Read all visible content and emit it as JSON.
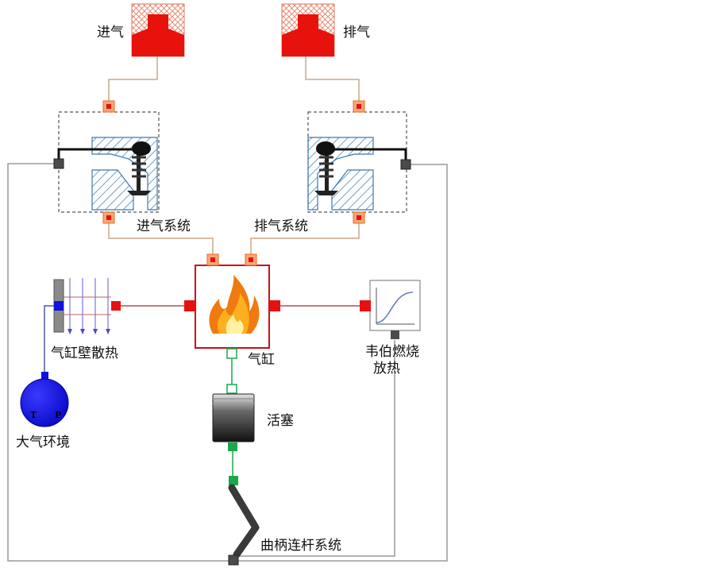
{
  "labels": {
    "intake": "进气",
    "exhaust": "排气",
    "intake_system": "进气系统",
    "exhaust_system": "排气系统",
    "cylinder": "气缸",
    "cylinder_wall_heat": "气缸壁散热",
    "wiebe_line1": "韦伯燃烧",
    "wiebe_line2": "放热",
    "piston": "活塞",
    "atmosphere": "大气环境",
    "crank_system": "曲柄连杆系统",
    "atm_t": "T",
    "atm_p": "P"
  },
  "colors": {
    "boundary_red": "#e8120c",
    "port_red": "#e81010",
    "port_orange": "#f06a18",
    "connector_gray": "#4a4a4a",
    "mech_green": "#1aa84a",
    "atmosphere_blue": "#1010e0",
    "valve_hatch": "#3a78b0",
    "wire_tan": "#c8a888",
    "wire_red": "#b05050",
    "wire_gray": "#9a9a9a"
  }
}
